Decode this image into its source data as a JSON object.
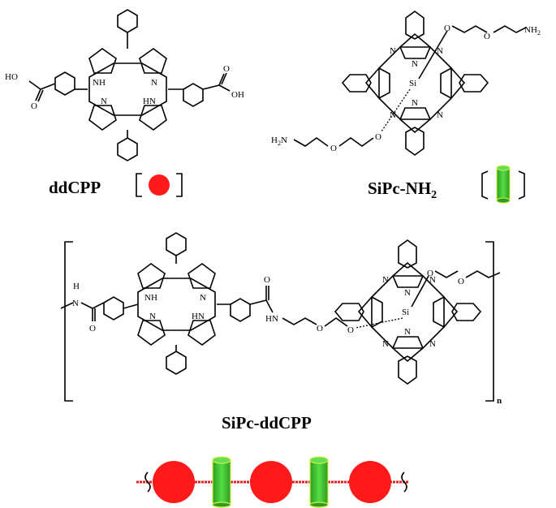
{
  "labels": {
    "ddcpp": "ddCPP",
    "sipc_nh2": "SiPc-NH",
    "sipc_nh2_sub": "2",
    "polymer": "SiPc-ddCPP",
    "repeat": "n"
  },
  "atoms": {
    "nh": "NH",
    "hn": "HN",
    "n": "N",
    "si": "Si",
    "o": "O",
    "nh2_right": "NH",
    "nh2_sub": "2",
    "h2n_left": "H",
    "h2n_sub": "2",
    "h2n_n": "N",
    "ho": "HO",
    "oh": "OH",
    "h": "H"
  },
  "colors": {
    "porphyrin_sphere": "#ff1a1a",
    "phthalocyanine_disk": "#44cc33",
    "disk_rim": "#ccee44",
    "chain": "#dd2222"
  },
  "icons": {
    "porphyrin": "red-sphere-icon",
    "phthalocyanine": "green-disk-icon"
  }
}
